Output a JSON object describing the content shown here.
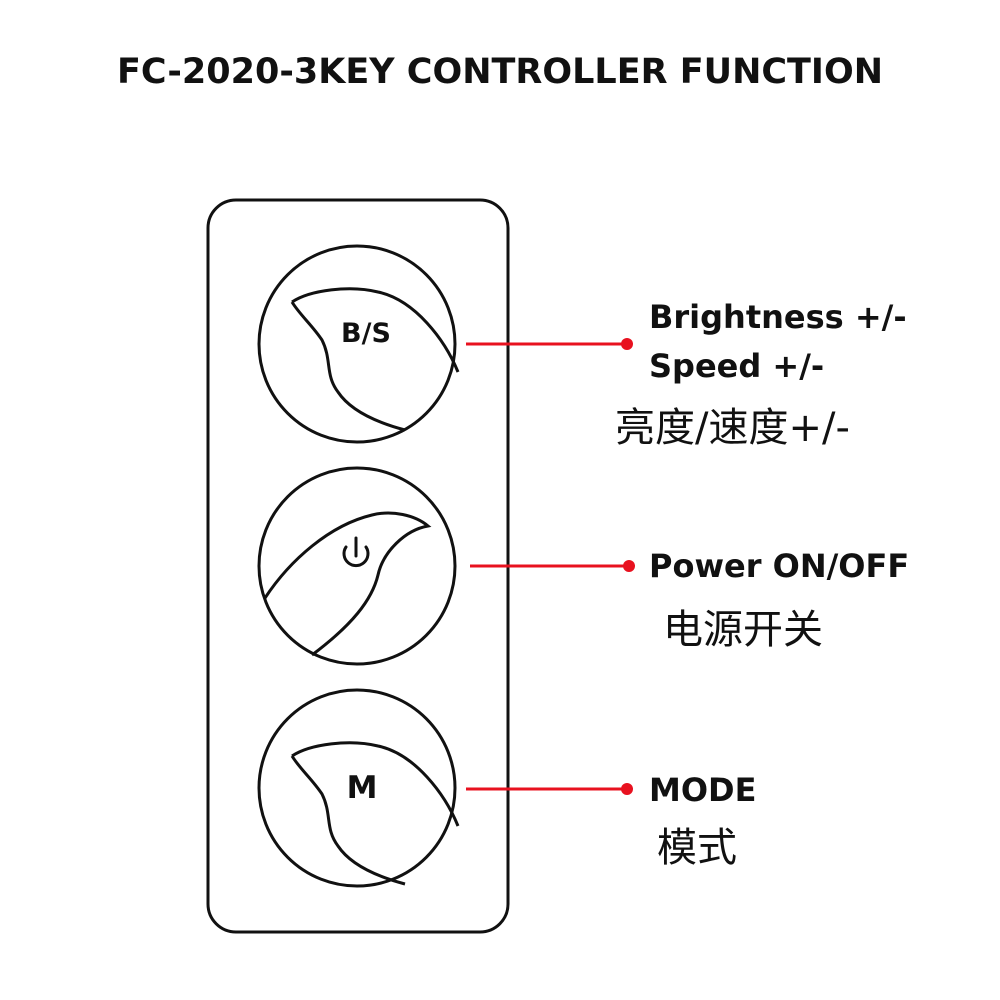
{
  "title": "FC-2020-3KEY CONTROLLER FUNCTION",
  "colors": {
    "outline": "#111111",
    "leader_line": "#e8111f",
    "background": "#ffffff"
  },
  "keys": [
    {
      "id": "bs",
      "key_label": "B/S",
      "function_lines": [
        "Brightness +/-",
        "Speed +/-"
      ],
      "chinese": "亮度/速度+/-"
    },
    {
      "id": "power",
      "key_icon": "power-icon",
      "function_lines": [
        "Power ON/OFF"
      ],
      "chinese": "电源开关"
    },
    {
      "id": "mode",
      "key_label": "M",
      "function_lines": [
        "MODE"
      ],
      "chinese": "模式"
    }
  ]
}
